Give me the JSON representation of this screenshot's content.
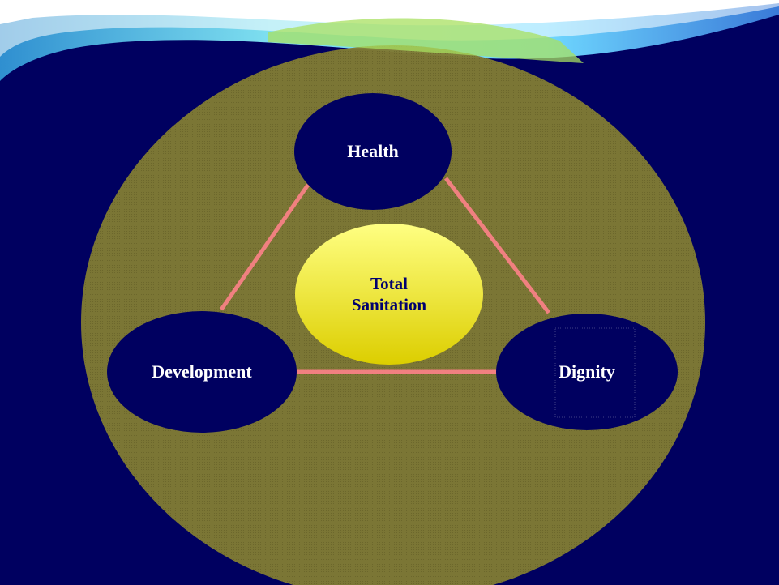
{
  "diagram": {
    "center": {
      "label": "Total\nSanitation"
    },
    "nodes": [
      {
        "id": "health",
        "label": "Health"
      },
      {
        "id": "development",
        "label": "Development"
      },
      {
        "id": "dignity",
        "label": "Dignity"
      }
    ],
    "connections": [
      [
        "health",
        "development"
      ],
      [
        "health",
        "dignity"
      ],
      [
        "development",
        "dignity"
      ]
    ]
  },
  "colors": {
    "background": "#000060",
    "big_circle": "#7f7a34",
    "node_fill": "#000060",
    "center_fill_top": "#ffff82",
    "center_fill_bottom": "#dcce00",
    "connector": "#f08080",
    "header_wave": "#7fe0f0"
  }
}
